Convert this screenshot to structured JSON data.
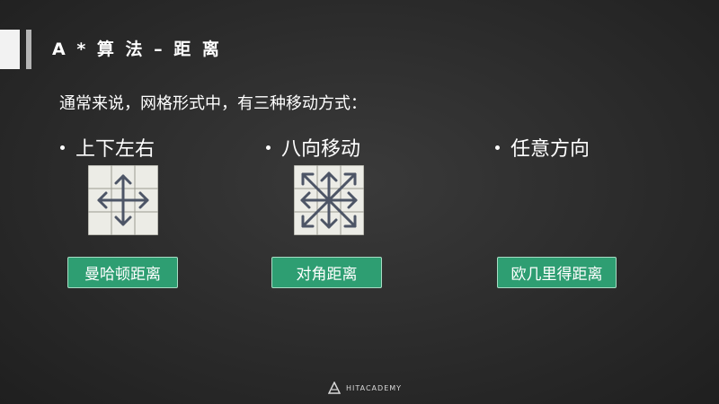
{
  "slide": {
    "title": "A * 算 法 – 距 离",
    "intro": "通常来说，网格形式中，有三种移动方式：",
    "methods": [
      {
        "label": "上下左右",
        "distance": "曼哈顿距离"
      },
      {
        "label": "八向移动",
        "distance": "对角距离"
      },
      {
        "label": "任意方向",
        "distance": "欧几里得距离"
      }
    ],
    "footer_brand": "HITACADEMY"
  },
  "colors": {
    "background": "#2b2b2b",
    "tag_green": "#2e9e72",
    "grid_cell": "#ecece6",
    "arrow": "#4d5566"
  }
}
